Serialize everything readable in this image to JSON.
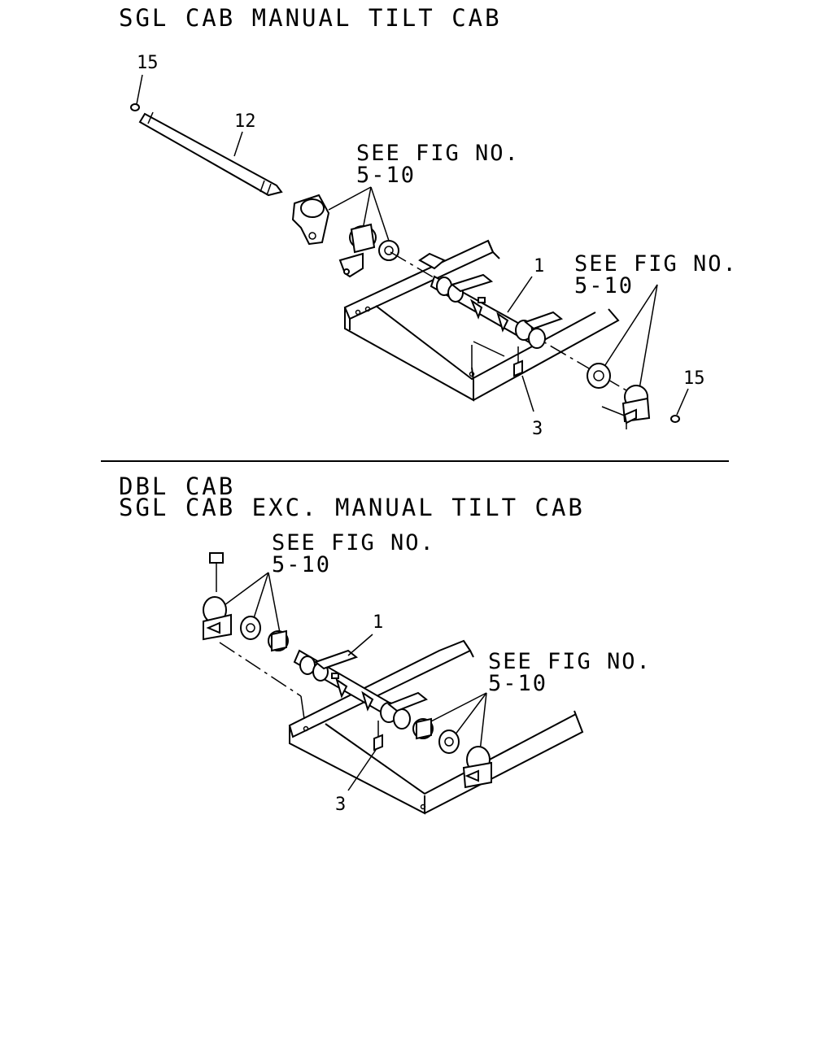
{
  "top": {
    "heading": "SGL CAB MANUAL TILT CAB",
    "callouts": {
      "c15a": "15",
      "c12": "12",
      "c1": "1",
      "c3": "3",
      "c15b": "15"
    },
    "see_fig_1": {
      "line1": "SEE FIG NO.",
      "line2": "5-10"
    },
    "see_fig_2": {
      "line1": "SEE FIG NO.",
      "line2": "5-10"
    }
  },
  "bottom": {
    "heading_line1": "DBL CAB",
    "heading_line2": "SGL CAB EXC. MANUAL TILT CAB",
    "callouts": {
      "c1": "1",
      "c3": "3"
    },
    "see_fig_1": {
      "line1": "SEE FIG NO.",
      "line2": "5-10"
    },
    "see_fig_2": {
      "line1": "SEE FIG NO.",
      "line2": "5-10"
    }
  }
}
